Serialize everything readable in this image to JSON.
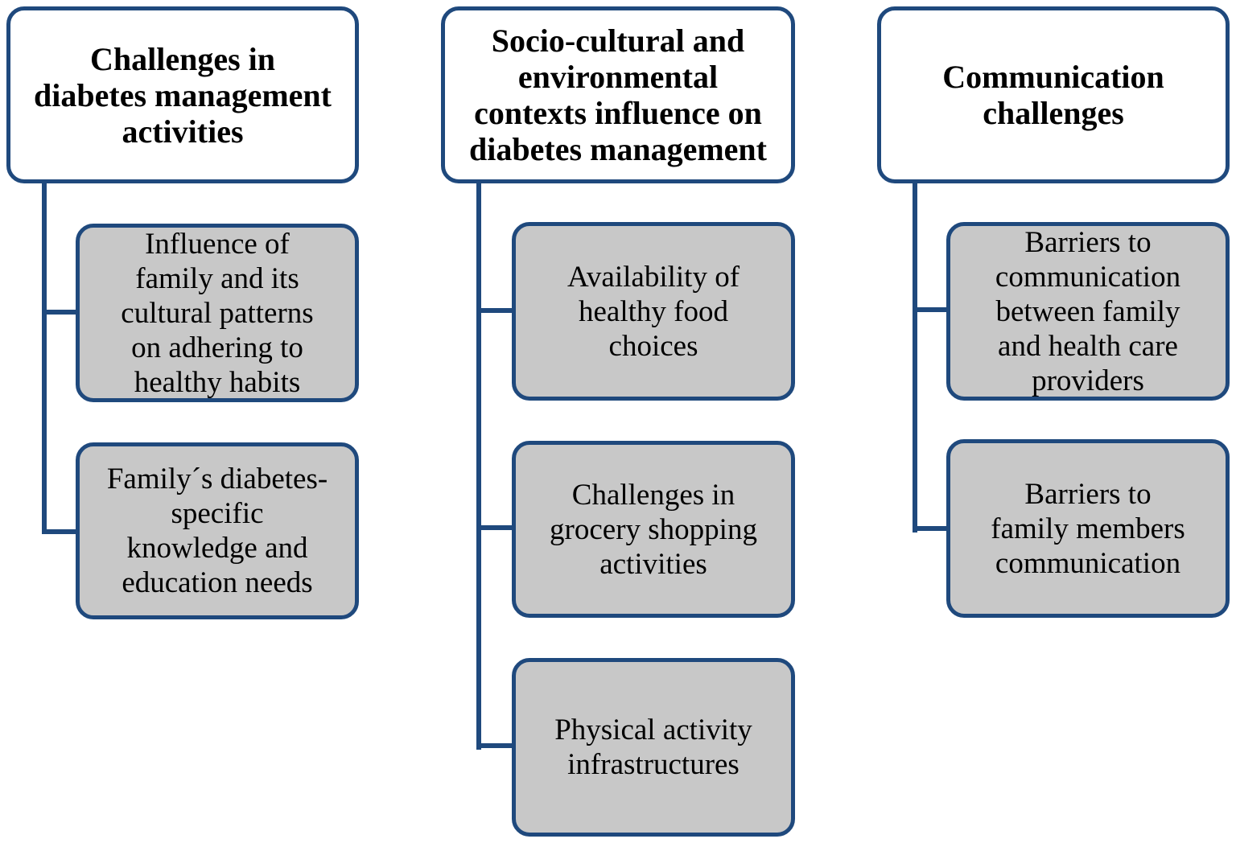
{
  "columns": [
    {
      "header": "Challenges in\ndiabetes management\nactivities",
      "items": [
        "Influence of\nfamily and its\ncultural patterns\non adhering to\nhealthy habits",
        "Family´s diabetes-\nspecific\nknowledge and\neducation needs"
      ]
    },
    {
      "header": "Socio-cultural and\nenvironmental\ncontexts influence on\ndiabetes management",
      "items": [
        "Availability of\nhealthy food\nchoices",
        "Challenges in\ngrocery shopping\nactivities",
        "Physical activity\ninfrastructures"
      ]
    },
    {
      "header": "Communication\nchallenges",
      "items": [
        "Barriers to\ncommunication\nbetween family\nand health care\nproviders",
        "Barriers to\nfamily members\ncommunication"
      ]
    }
  ],
  "colors": {
    "border": "#1f497d",
    "header_fill": "#ffffff",
    "item_fill": "#c8c8c8"
  }
}
